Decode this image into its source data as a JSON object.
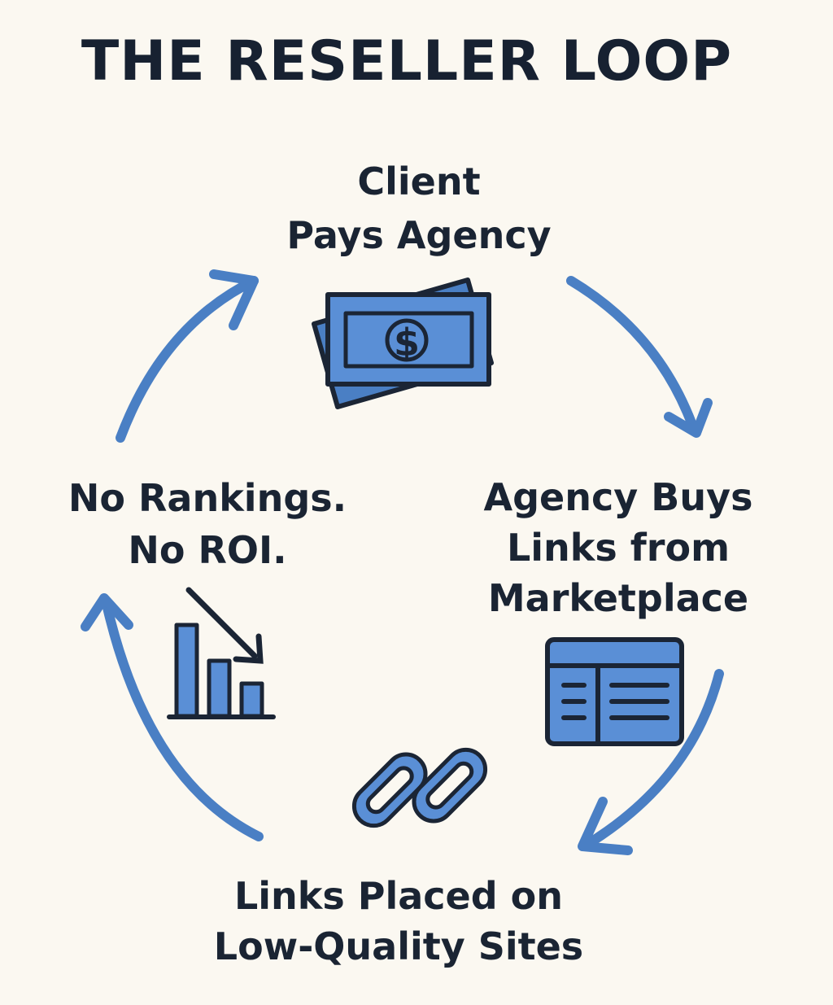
{
  "title": "THE RESELLER LOOP",
  "steps": [
    {
      "line1": "Client",
      "line2": "Pays Agency",
      "icon": "money-icon"
    },
    {
      "line1": "Agency Buys",
      "line2": "Links from",
      "line3": "Marketplace",
      "icon": "marketplace-window-icon"
    },
    {
      "line1": "Links Placed on",
      "line2": "Low-Quality Sites",
      "icon": "chain-link-icon"
    },
    {
      "line1": "No Rankings.",
      "line2": "No ROI.",
      "icon": "declining-bar-chart-icon"
    }
  ],
  "colors": {
    "background": "#fbf8f1",
    "accent": "#4a7fc4",
    "icon_fill": "#5a8fd6",
    "outline": "#1b2535"
  }
}
